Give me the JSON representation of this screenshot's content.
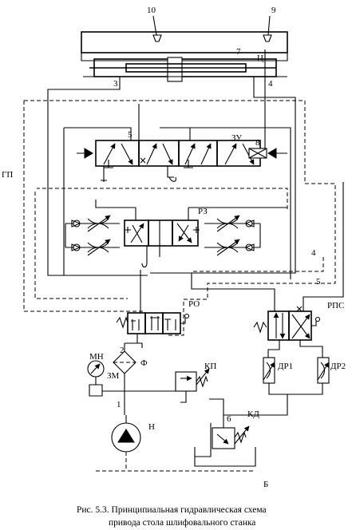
{
  "labels": {
    "n10": "10",
    "n9": "9",
    "n7": "7",
    "c": "Ц",
    "n3": "3",
    "n4a": "4",
    "n5a": "5",
    "zu": "ЗУ",
    "n8": "8",
    "gp": "ГП",
    "rz": "РЗ",
    "n4b": "4",
    "n5b": "5",
    "ro": "РО",
    "rps": "РПС",
    "mn": "МН",
    "n2": "2",
    "f": "Ф",
    "kp": "КП",
    "zm": "ЗМ",
    "dr1": "ДР1",
    "dr2": "ДР2",
    "n1": "1",
    "n6": "6",
    "kd": "КД",
    "h": "Н",
    "b": "Б"
  },
  "caption": {
    "line1": "Рис. 5.3. Принципиальная гидравлическая схема",
    "line2": "привода стола шлифовального станка"
  }
}
